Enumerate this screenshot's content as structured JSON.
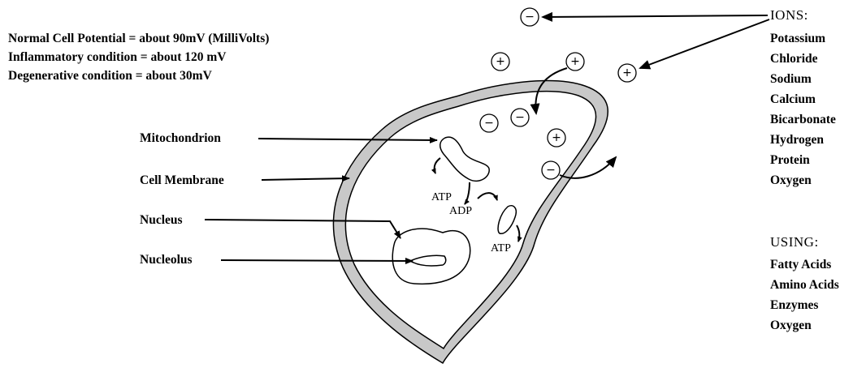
{
  "potentials": [
    "Normal Cell Potential = about 90mV (MilliVolts)",
    "Inflammatory condition = about 120 mV",
    "Degenerative condition = about 30mV"
  ],
  "labels": {
    "mitochondrion": "Mitochondrion",
    "cell_membrane": "Cell Membrane",
    "nucleus": "Nucleus",
    "nucleolus": "Nucleolus",
    "atp_1": "ATP",
    "adp": "ADP",
    "atp_2": "ATP"
  },
  "ions": {
    "heading": "IONS:",
    "items": [
      "Potassium",
      "Chloride",
      "Sodium",
      "Calcium",
      "Bicarbonate",
      "Hydrogen",
      "Protein",
      "Oxygen"
    ]
  },
  "using": {
    "heading": "USING:",
    "items": [
      "Fatty Acids",
      "Amino Acids",
      "Enzymes",
      "Oxygen"
    ]
  },
  "ion_signs": {
    "minus": "−",
    "plus": "+"
  },
  "colors": {
    "membrane": "#c8c8c8",
    "ink": "#000000"
  }
}
